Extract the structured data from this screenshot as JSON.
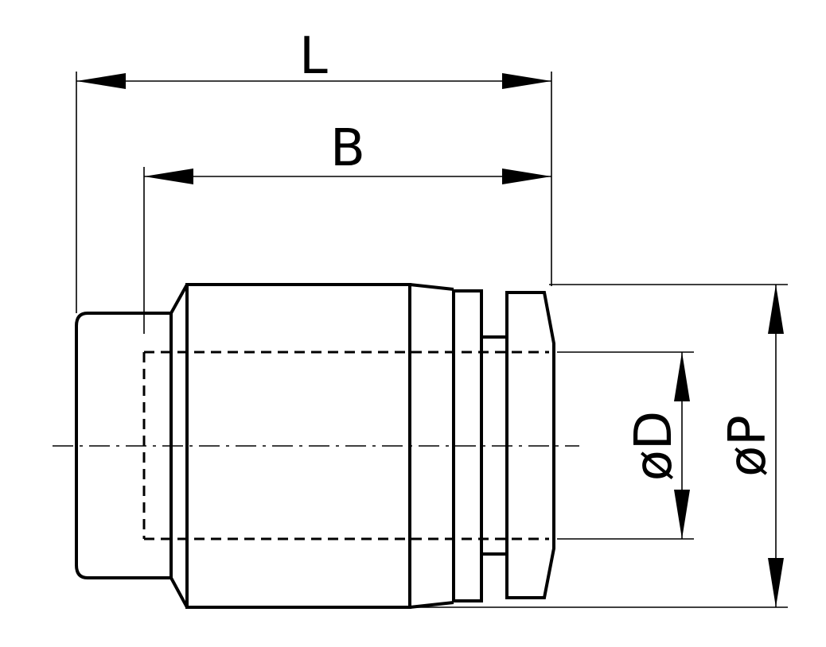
{
  "dimensions": {
    "length_label": "L",
    "body_length_label": "B",
    "tube_diameter_label": "øD",
    "outer_diameter_label": "øP"
  },
  "colors": {
    "line": "#000000",
    "background": "#ffffff"
  }
}
